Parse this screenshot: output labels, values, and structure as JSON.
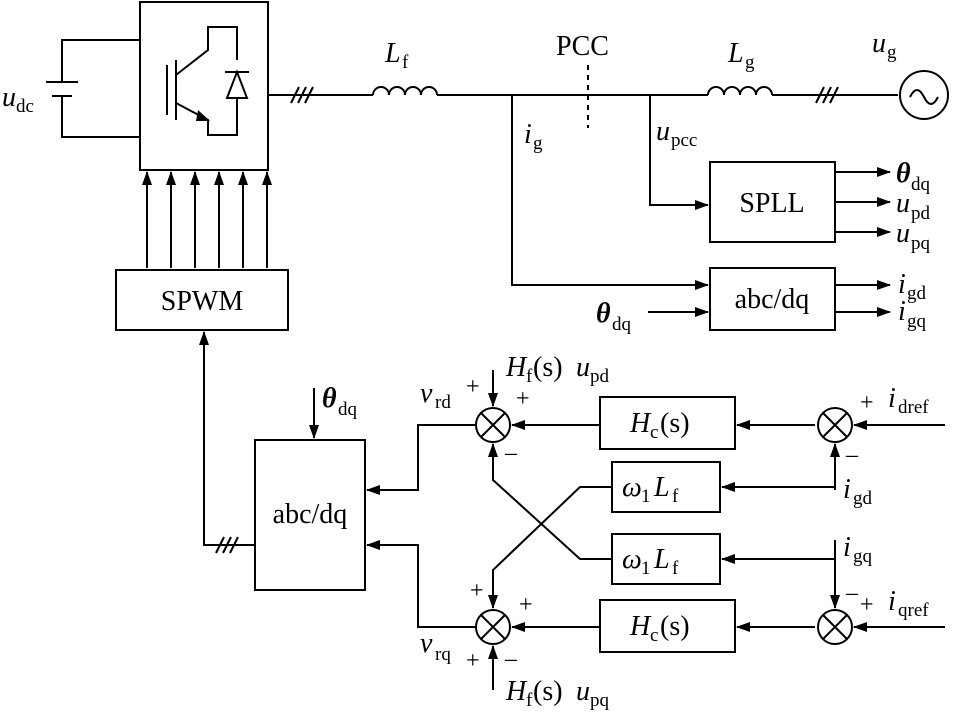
{
  "labels": {
    "udc_main": "u",
    "udc_sub": "dc",
    "lf_main": "L",
    "lf_sub": "f",
    "pcc": "PCC",
    "lg_main": "L",
    "lg_sub": "g",
    "ug_main": "u",
    "ug_sub": "g",
    "ig_main": "i",
    "ig_sub": "g",
    "upcc_main": "u",
    "upcc_sub": "pcc",
    "theta_out_main": "θ",
    "theta_out_sub": "dq",
    "upd_main": "u",
    "upd_sub": "pd",
    "upq_main": "u",
    "upq_sub": "pq",
    "theta_in_main": "θ",
    "theta_in_sub": "dq",
    "igd_out_main": "i",
    "igd_out_sub": "gd",
    "igq_out_main": "i",
    "igq_out_sub": "gq",
    "theta_ctrl_main": "θ",
    "theta_ctrl_sub": "dq",
    "vrd_main": "v",
    "vrd_sub": "rd",
    "vrq_main": "v",
    "vrq_sub": "rq",
    "hf_top": {
      "H": "H",
      "Hsub": "f",
      "s": "(s)",
      "u": "u",
      "usub": "pd"
    },
    "hf_bot": {
      "H": "H",
      "Hsub": "f",
      "s": "(s)",
      "u": "u",
      "usub": "pq"
    },
    "idref_main": "i",
    "idref_sub": "dref",
    "iqref_main": "i",
    "iqref_sub": "qref",
    "igd_fb_main": "i",
    "igd_fb_sub": "gd",
    "igq_fb_main": "i",
    "igq_fb_sub": "gq"
  },
  "blocks": {
    "splL": "SPLL",
    "abcdq_meas": "abc/dq",
    "spwm": "SPWM",
    "abcdq_ctrl": "abc/dq",
    "hc_top": {
      "H": "H",
      "sub": "c",
      "s": "(s)"
    },
    "hc_bot": {
      "H": "H",
      "sub": "c",
      "s": "(s)"
    },
    "wl_top": {
      "w": "ω",
      "wsub": "1",
      "L": "L",
      "Lsub": "f"
    },
    "wl_bot": {
      "w": "ω",
      "wsub": "1",
      "L": "L",
      "Lsub": "f"
    }
  },
  "signs": {
    "plus": "+",
    "minus": "–"
  }
}
